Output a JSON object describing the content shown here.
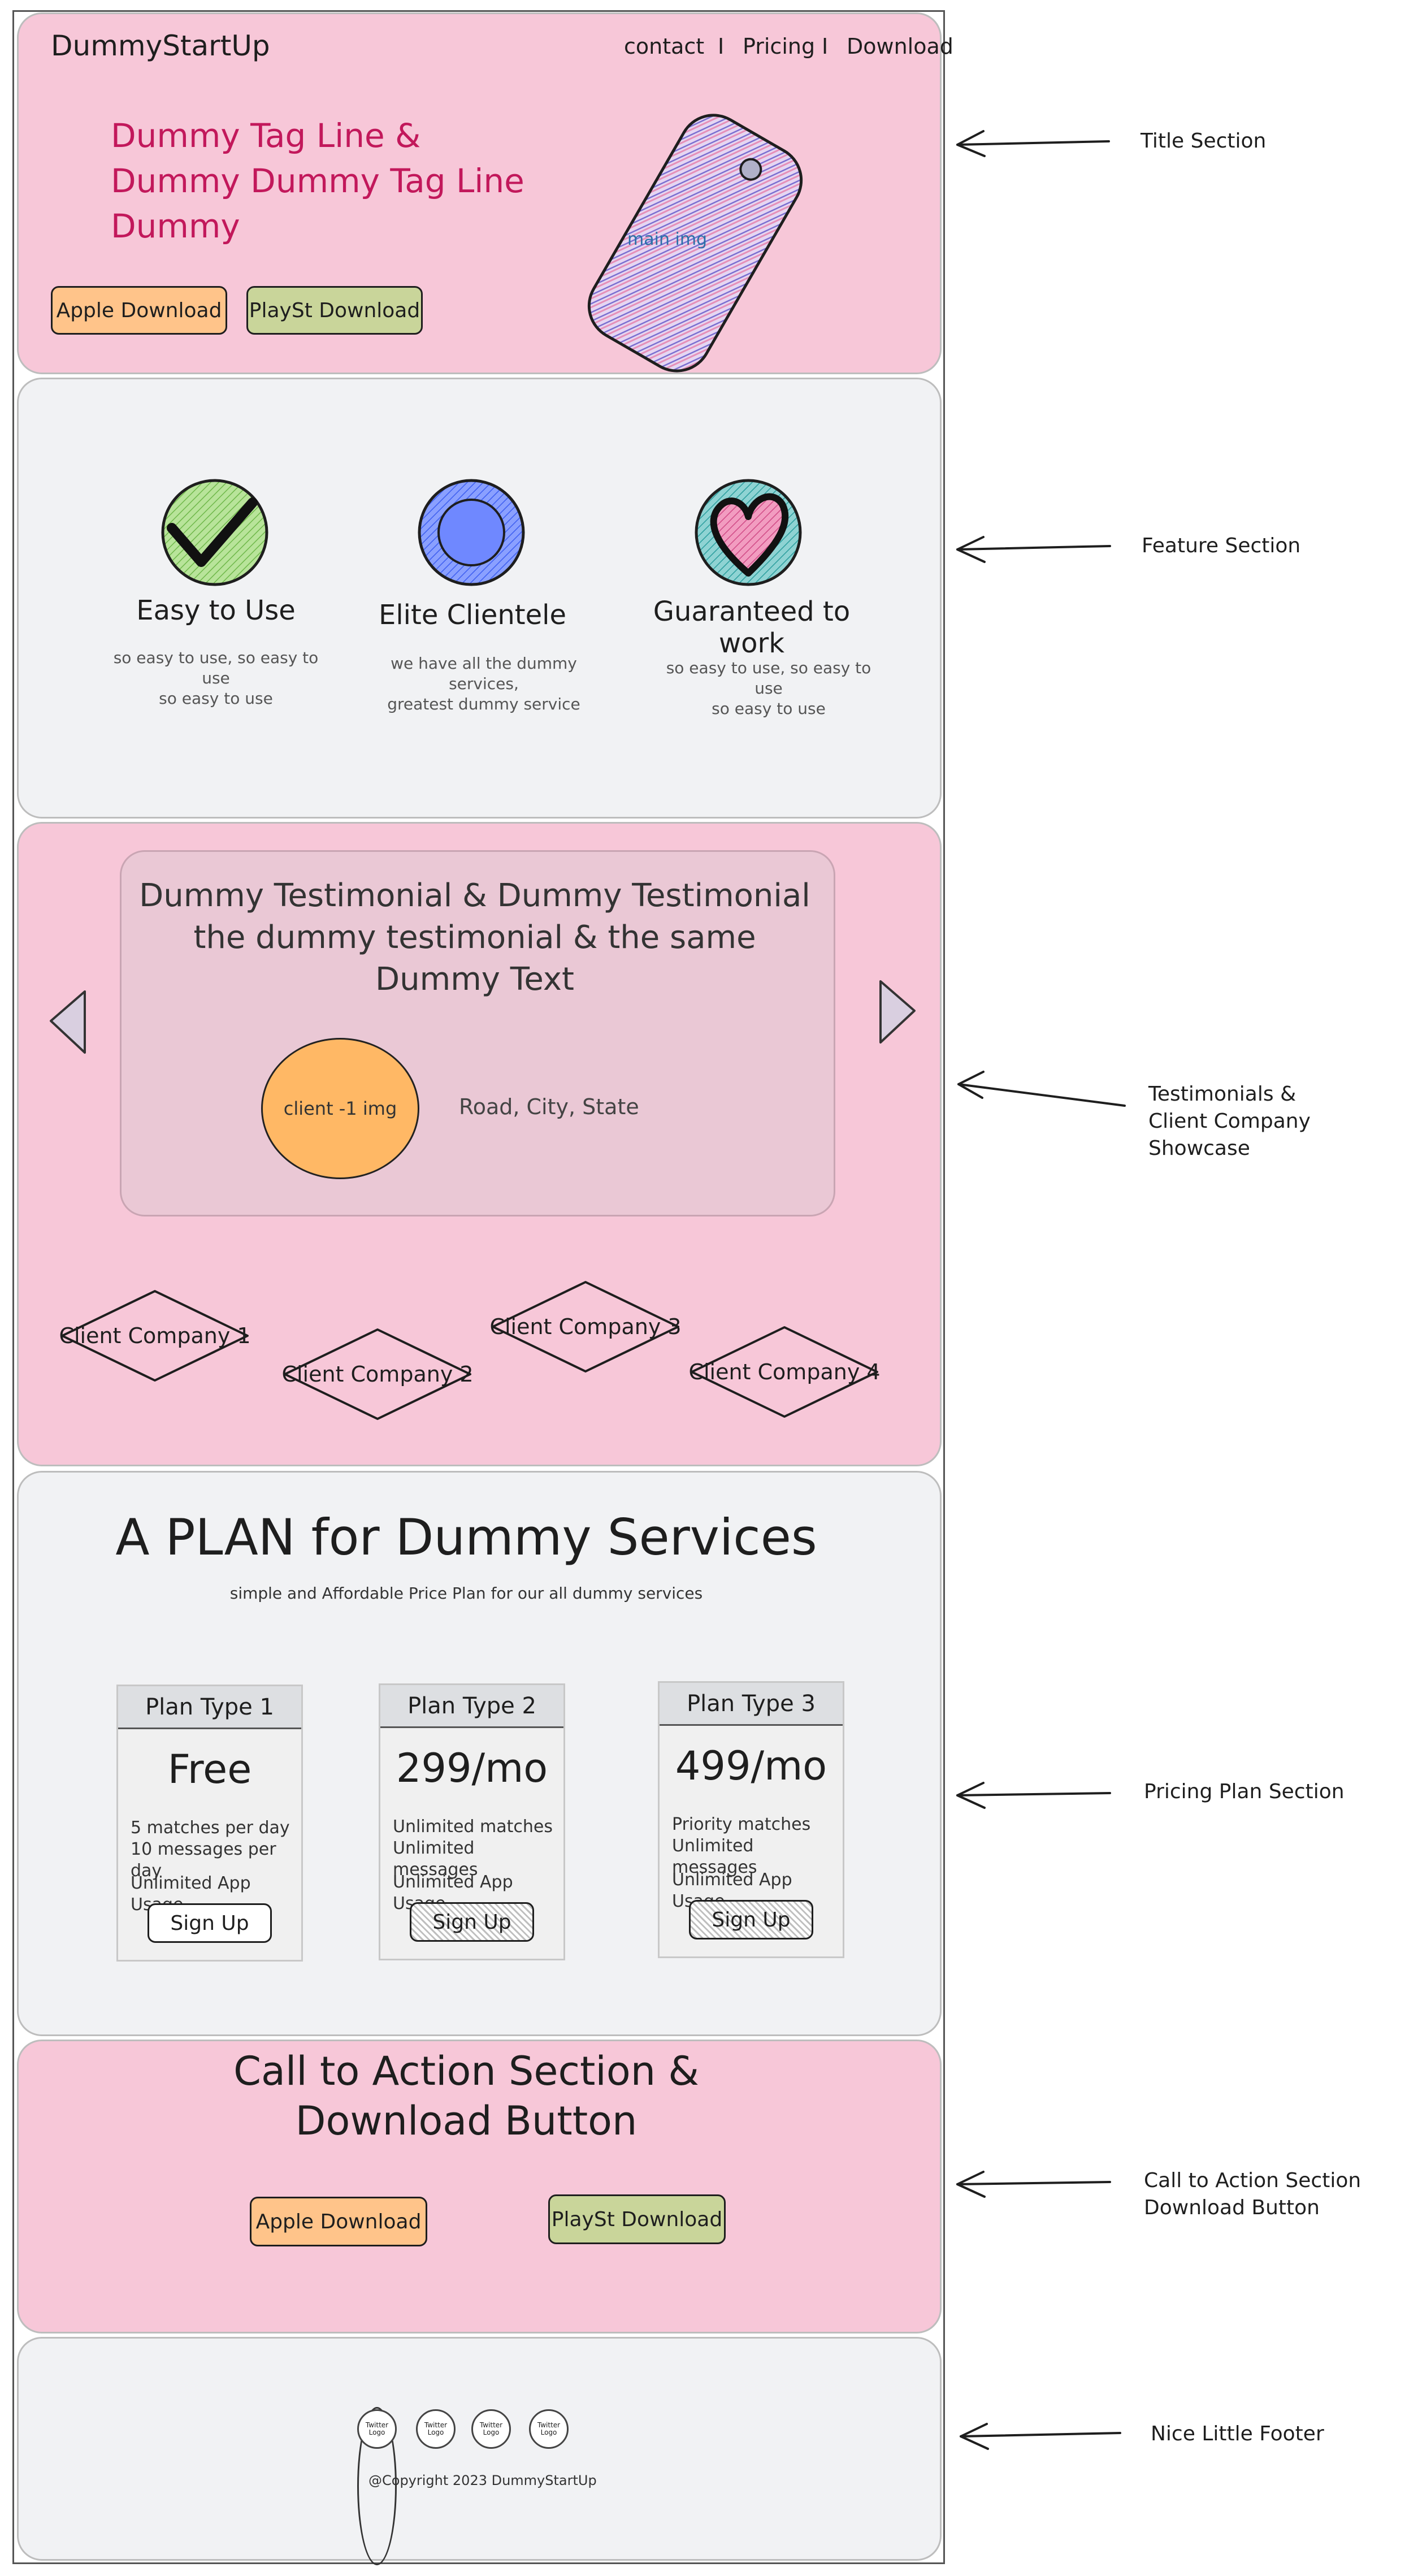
{
  "header": {
    "brand": "DummyStartUp",
    "nav": [
      "contact",
      "Pricing",
      "Download"
    ],
    "nav_separator": "I",
    "tagline": "Dummy Tag Line &\nDummy Dummy Tag Line\nDummy",
    "apple_download": "Apple Download",
    "playstore_download": "PlaySt Download",
    "main_image_label": "main img"
  },
  "features": [
    {
      "title": "Easy to Use",
      "desc": "so easy to use, so easy to use\nso easy to use",
      "icon": "checkmark-icon"
    },
    {
      "title": "Elite Clientele",
      "desc": "we have all the dummy services,\ngreatest dummy service",
      "icon": "circle-target-icon"
    },
    {
      "title": "Guaranteed to work",
      "desc": "so easy to use, so easy to use\nso easy to use",
      "icon": "heart-icon"
    }
  ],
  "testimonial": {
    "quote": "Dummy Testimonial & Dummy Testimonial\nthe dummy testimonial & the same\nDummy Text",
    "client_image_label": "client -1 img",
    "location": "Road, City, State"
  },
  "companies": [
    "Client Company 1",
    "Client Company 2",
    "Client Company 3",
    "Client Company 4"
  ],
  "pricing": {
    "title": "A PLAN for Dummy Services",
    "subtitle": "simple and Affordable Price Plan for our all dummy services",
    "plans": [
      {
        "name": "Plan Type 1",
        "price": "Free",
        "features": [
          "5 matches per day",
          "10 messages per day"
        ],
        "usage": "Unlimited App Usage",
        "cta": "Sign Up"
      },
      {
        "name": "Plan Type 2",
        "price": "299/mo",
        "features": [
          "Unlimited matches",
          "Unlimited messages"
        ],
        "usage": "Unlimited App Usage",
        "cta": "Sign Up"
      },
      {
        "name": "Plan Type 3",
        "price": "499/mo",
        "features": [
          "Priority matches",
          "Unlimited messages"
        ],
        "usage": "Unlimited App Usage",
        "cta": "Sign Up"
      }
    ]
  },
  "cta": {
    "title": "Call to Action Section &\nDownload Button",
    "apple_download": "Apple Download",
    "playstore_download": "PlaySt Download"
  },
  "footer": {
    "social_label": "Twitter\nLogo",
    "social_count": 4,
    "copyright": "@Copyright 2023 DummyStartUp"
  },
  "annotations": [
    "Title Section",
    "Feature Section",
    "Testimonials &\nClient Company Showcase",
    "Pricing Plan Section",
    "Call to Action Section\nDownload Button",
    "Nice Little Footer"
  ],
  "colors": {
    "pink_section": "#f7c7d8",
    "gray_section": "#f1f2f4",
    "tagline": "#c2185b",
    "orange_button": "#ffc48a",
    "green_button": "#c9d59a"
  }
}
